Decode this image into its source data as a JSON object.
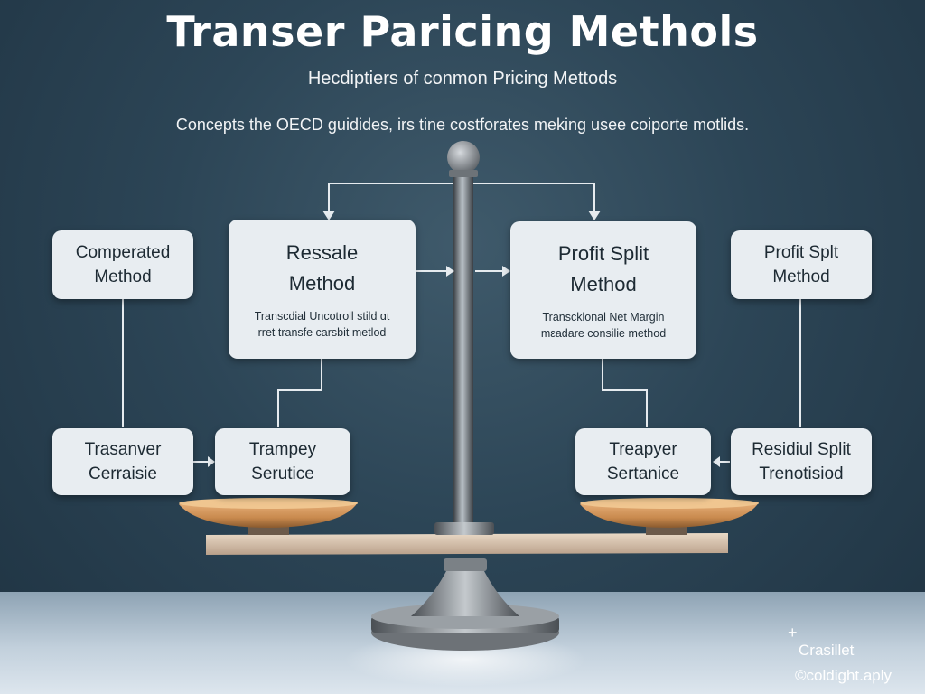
{
  "header": {
    "title": "Transer Paricing Methols",
    "subtitle": "Hecdiptiers of conmon Pricing Mettods",
    "concepts": "Concepts the OECD guidides, irs tine costforates meking usee coiporte motlids."
  },
  "boxes": {
    "comperated": {
      "line1": "Comperated",
      "line2": "Method"
    },
    "ressale": {
      "line1": "Ressale",
      "line2": "Method",
      "desc1": "Transcdial Uncotroll stild ɑt",
      "desc2": "rret transfe carsbit metlod"
    },
    "profit_split_center": {
      "line1": "Profit Split",
      "line2": "Method",
      "desc1": "Transcklonal Net Margin",
      "desc2": "mεadare consilie method"
    },
    "profit_split_right": {
      "line1": "Profit Splt",
      "line2": "Method"
    },
    "trasanver": {
      "line1": "Trasanver",
      "line2": "Cerraisie"
    },
    "trampey": {
      "line1": "Trampey",
      "line2": "Serutice"
    },
    "treapyer": {
      "line1": "Treapyer",
      "line2": "Sertanice"
    },
    "residiul": {
      "line1": "Residiul Split",
      "line2": "Trenotisiod"
    }
  },
  "credit": {
    "plus": "+",
    "line1": "Crasillet",
    "line2": "©coldight.aply"
  },
  "icons": {
    "scale": "balance-scale-icon"
  },
  "colors": {
    "background": "#2c4556",
    "box": "#e8edf1",
    "box_text": "#1d2a33",
    "connector": "#e6ebef",
    "pan": "#c98a4e"
  }
}
